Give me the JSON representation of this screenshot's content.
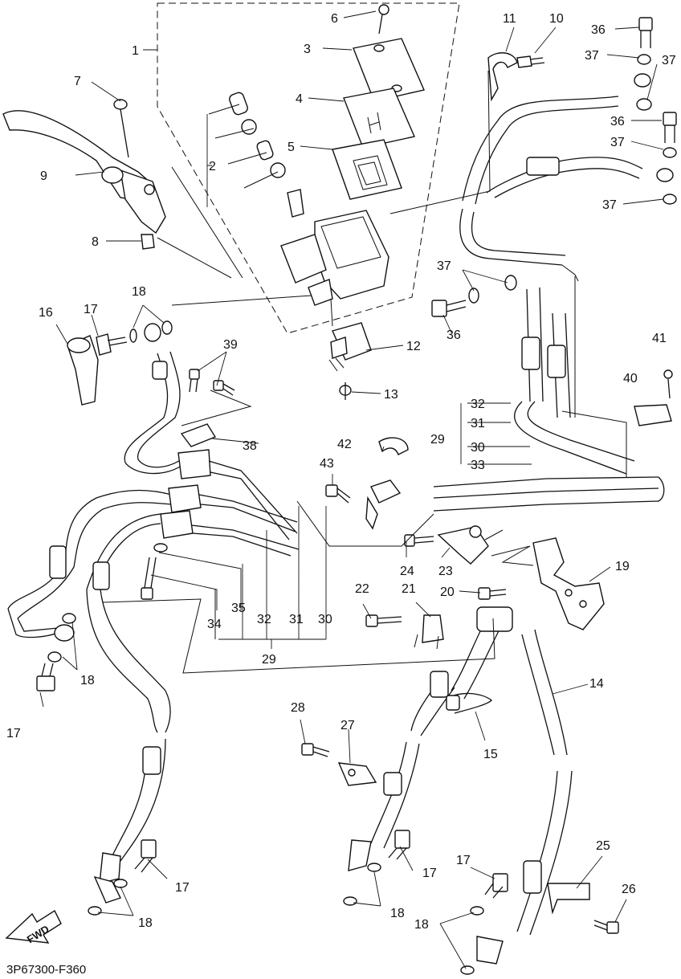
{
  "diagram_code": "3P67300-F360",
  "fwd_label": "FWD",
  "callouts": [
    "1",
    "2",
    "3",
    "4",
    "5",
    "6",
    "7",
    "8",
    "9",
    "10",
    "11",
    "12",
    "13",
    "14",
    "15",
    "16",
    "17",
    "18",
    "19",
    "20",
    "21",
    "22",
    "23",
    "24",
    "25",
    "26",
    "27",
    "28",
    "29",
    "30",
    "31",
    "32",
    "33",
    "34",
    "35",
    "36",
    "37",
    "38",
    "39",
    "40",
    "41",
    "42",
    "43"
  ],
  "extra_labels": {
    "n17_b": "17",
    "n17_c": "17",
    "n17_d": "17",
    "n17_e": "17",
    "n18_b": "18",
    "n18_c": "18",
    "n18_d": "18",
    "n18_e": "18",
    "n29_b": "29",
    "n30_b": "30",
    "n31_b": "31",
    "n32_b": "32",
    "n36_b": "36",
    "n36_c": "36",
    "n37_b": "37",
    "n37_c": "37",
    "n37_d": "37",
    "n37_e": "37"
  }
}
